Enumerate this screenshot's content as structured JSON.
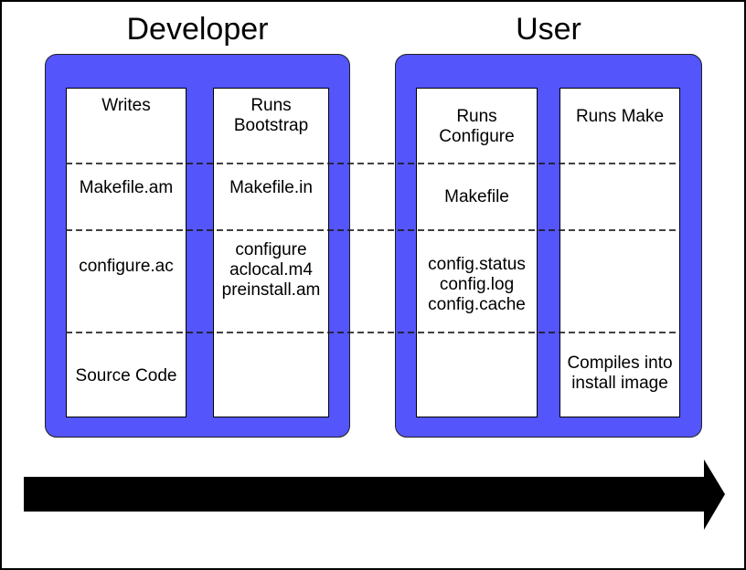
{
  "sections": {
    "developer": {
      "title": "Developer",
      "left_column": {
        "writes": "Writes",
        "makefile_am": "Makefile.am",
        "configure_ac": "configure.ac",
        "source_code": "Source Code"
      },
      "right_column": {
        "runs_bootstrap": "Runs\nBootstrap",
        "makefile_in": "Makefile.in",
        "generated_files": "configure\naclocal.m4\npreinstall.am"
      }
    },
    "user": {
      "title": "User",
      "left_column": {
        "runs_configure": "Runs\nConfigure",
        "makefile": "Makefile",
        "config_outputs": "config.status\nconfig.log\nconfig.cache"
      },
      "right_column": {
        "runs_make": "Runs Make",
        "compiles_into": "Compiles into\ninstall image"
      }
    }
  },
  "colors": {
    "container_blue": "#5455FB",
    "container_outline": "#1f1f1f",
    "column_border": "#000000",
    "dashed_divider": "#333333",
    "arrow": "#000000",
    "background": "#ffffff",
    "text": "#000000"
  }
}
